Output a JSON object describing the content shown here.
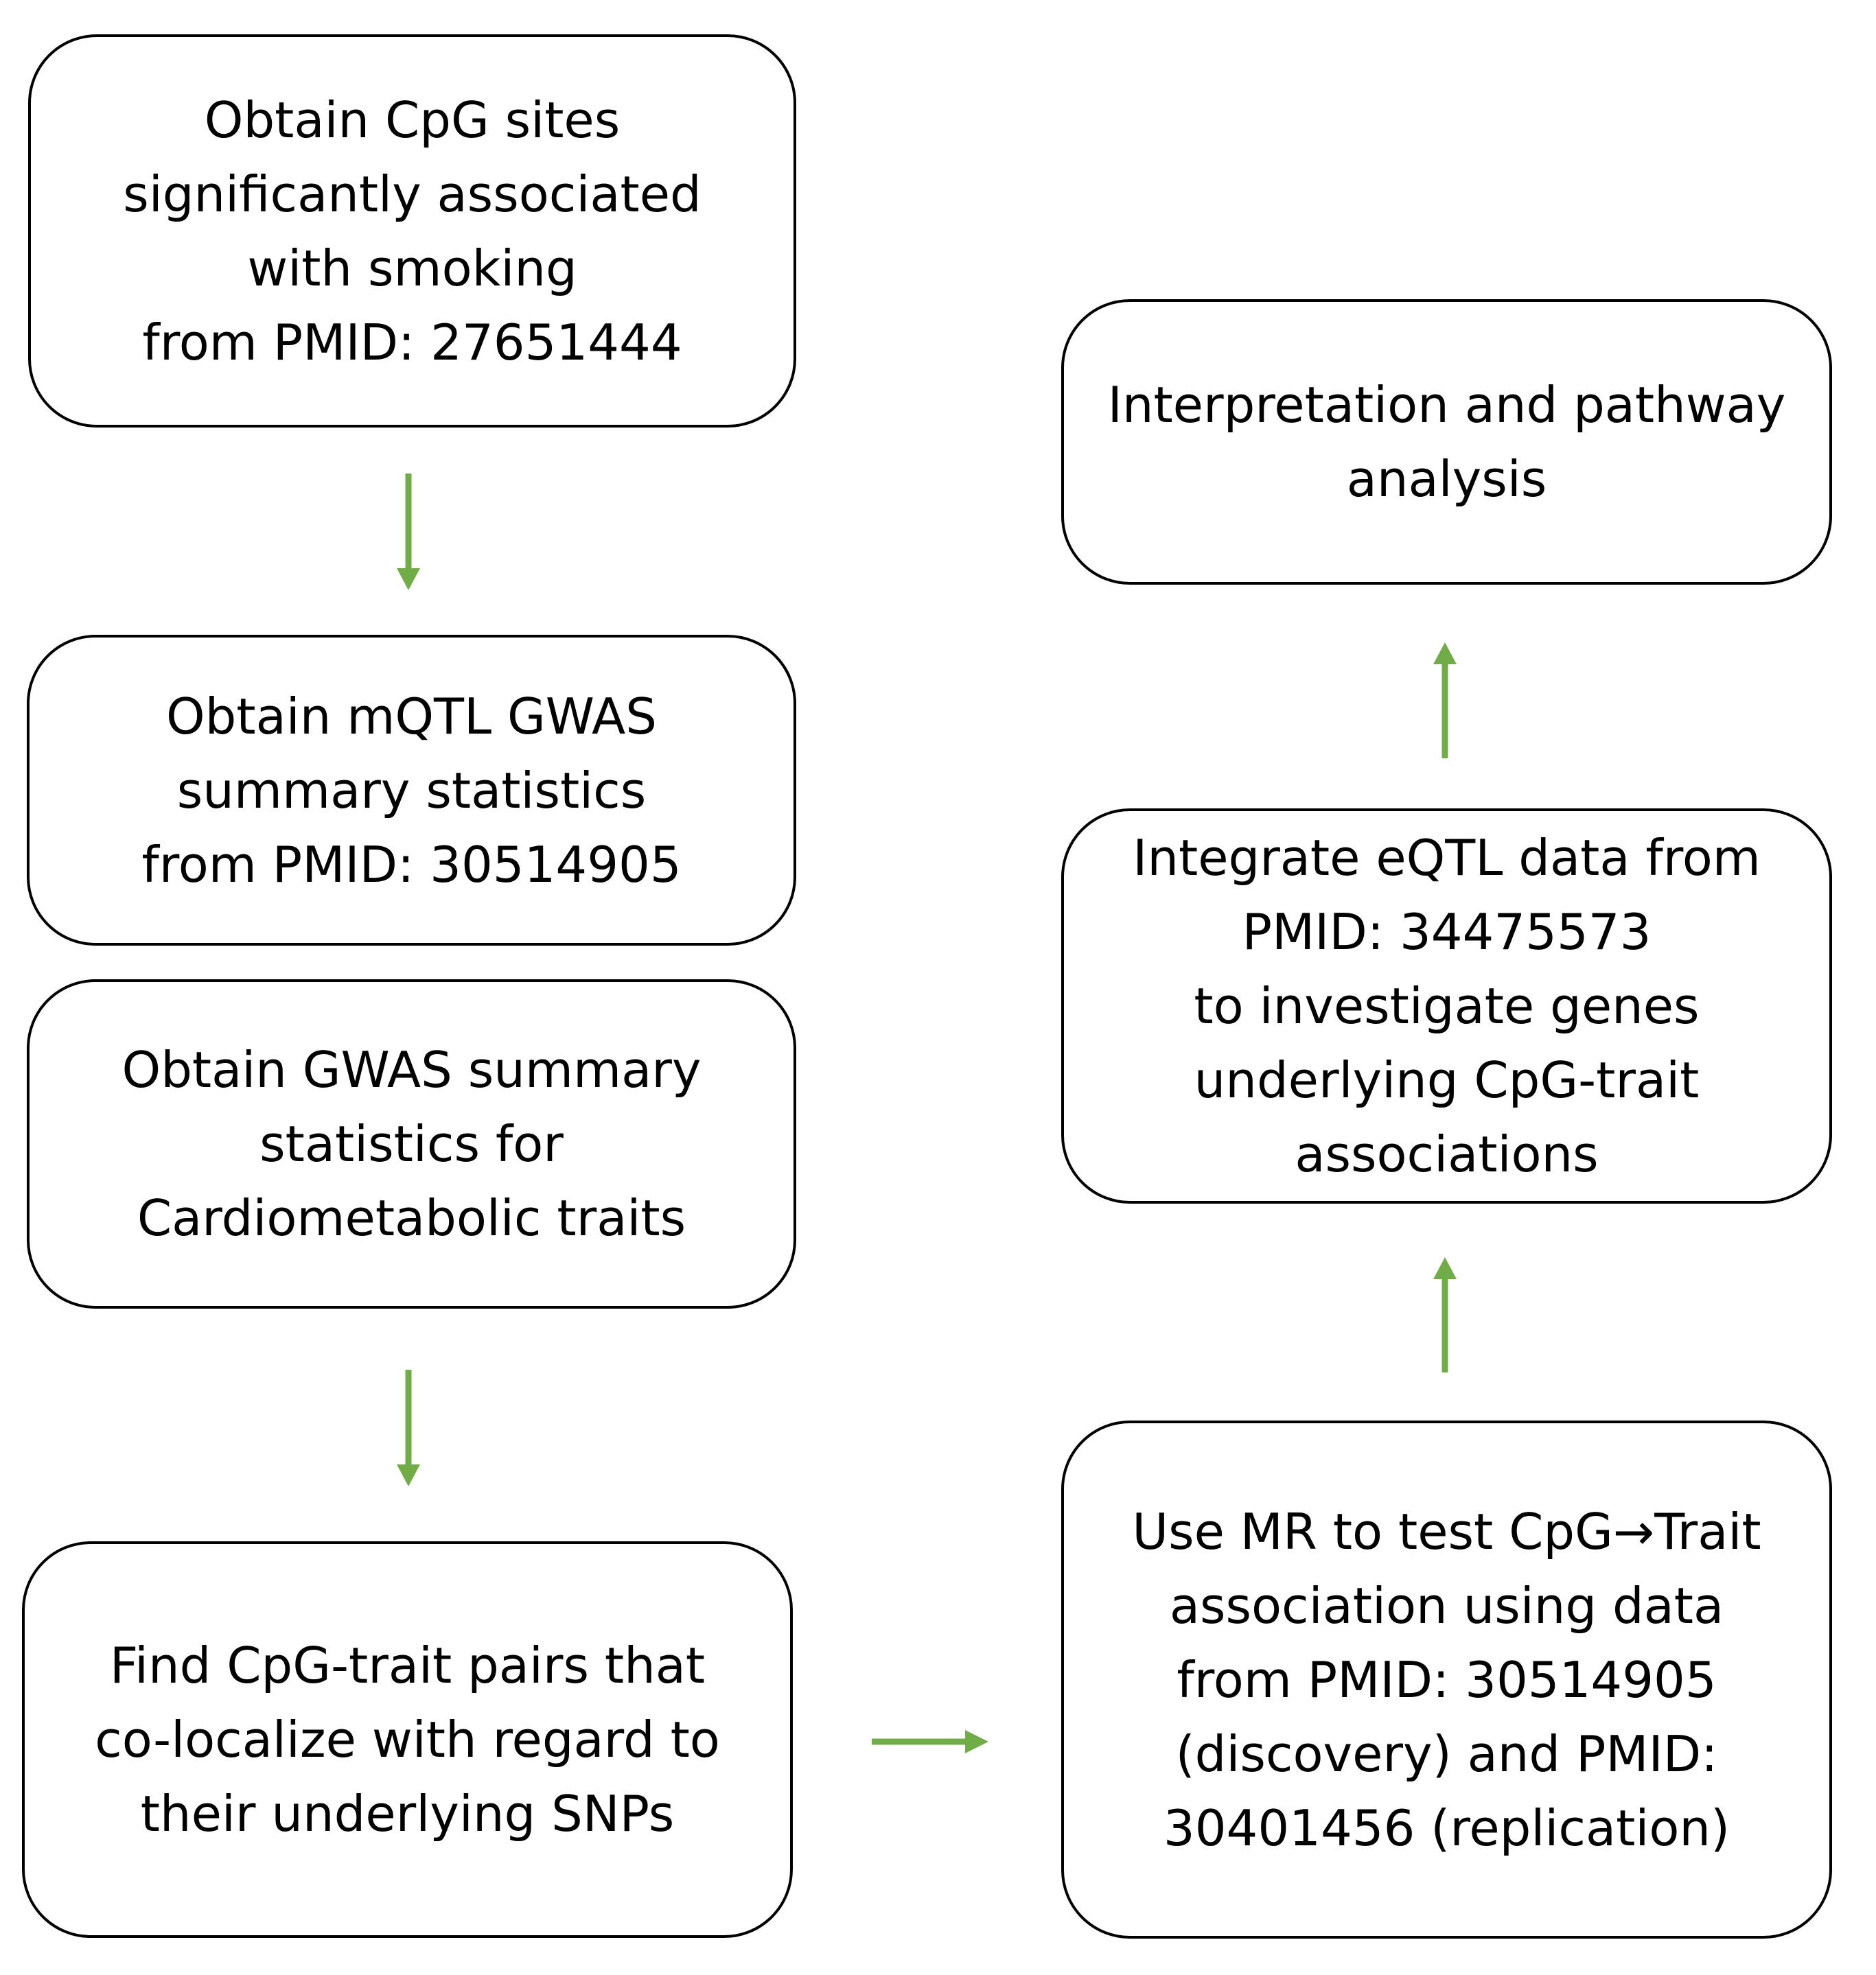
{
  "colors": {
    "arrow": "#70ad47",
    "box_border": "#000000",
    "background": "#ffffff"
  },
  "boxes": [
    {
      "lines": [
        "Obtain CpG sites",
        "significantly associated",
        "with smoking",
        "from PMID: 27651444"
      ]
    },
    {
      "lines": [
        "Obtain mQTL GWAS",
        "summary statistics",
        "from PMID: 30514905"
      ]
    },
    {
      "lines": [
        "Obtain GWAS summary",
        "statistics for",
        "Cardiometabolic traits"
      ]
    },
    {
      "lines": [
        "Find CpG-trait pairs that",
        "co-localize with regard to",
        "their underlying SNPs"
      ]
    },
    {
      "lines": [
        "Use MR to test CpG→Trait",
        "association using data",
        "from PMID: 30514905",
        "(discovery) and PMID:",
        "30401456 (replication)"
      ]
    },
    {
      "lines": [
        "Integrate eQTL data from",
        "PMID: 34475573",
        "to investigate genes",
        "underlying CpG-trait",
        "associations"
      ]
    },
    {
      "lines": [
        "Interpretation and pathway",
        "analysis"
      ]
    }
  ],
  "arrows": [
    {
      "from": "box1",
      "to": "box2",
      "direction": "down"
    },
    {
      "from": "box3",
      "to": "box4",
      "direction": "down"
    },
    {
      "from": "box4",
      "to": "box5",
      "direction": "right"
    },
    {
      "from": "box5",
      "to": "box6",
      "direction": "up"
    },
    {
      "from": "box6",
      "to": "box7",
      "direction": "up"
    }
  ]
}
